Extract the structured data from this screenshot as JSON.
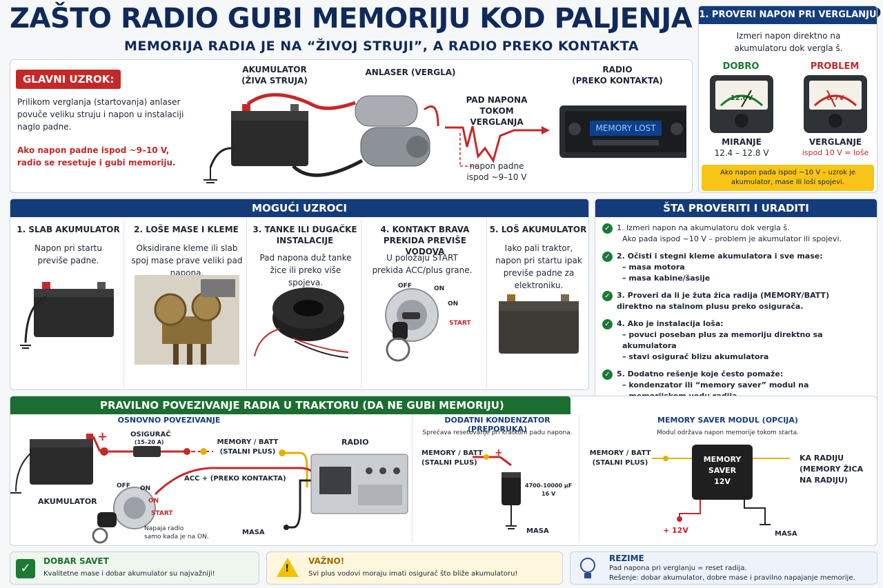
{
  "header": {
    "title": "ZAŠTO RADIO GUBI MEMORIJU KOD PALJENJA TRAKTORA?",
    "subtitle": "MEMORIJA RADIA JE NA “ŽIVOJ STRUJI”, A RADIO PREKO KONTAKTA"
  },
  "main_cause": {
    "tag": "GLAVNI UZROK:",
    "text": "Prilikom verglanja (startovanja) anlaser povuče veliku struju i napon u instalaciji naglo padne.",
    "warning": "Ako napon padne ispod ~9–10 V, radio se resetuje i gubi memoriju.",
    "labels": {
      "battery": "AKUMULATOR\n(ŽIVA STRUJA)",
      "starter": "ANLASER (VERGLA)",
      "drop": "PAD NAPONA\nTOKOM VERGLANJA",
      "radio": "RADIO\n(PREKO KONTAKTA)",
      "drop_note": "napon padne\nispod ~9–10 V",
      "display": "MEMORY LOST"
    }
  },
  "check_voltage": {
    "title": "1. PROVERI NAPON PRI VERGLANJU",
    "desc": "Izmeri napon direktno na akumulatoru dok vergla š.",
    "good": {
      "head": "DOBRO",
      "reading": "12.6V",
      "label": "MIRANJE",
      "value": "12.4 – 12.8 V"
    },
    "bad": {
      "head": "PROBLEM",
      "reading": "8.7V",
      "label": "VERGLANJE",
      "value": "ispod 10 V = loše"
    },
    "note": "Ako napon pada ispod ~10 V – uzrok je akumulator, mase ili loši spojevi."
  },
  "causes": {
    "title": "MOGUĆI UZROCI",
    "items": [
      {
        "title": "1. SLAB AKUMULATOR",
        "text": "Napon pri startu previše padne."
      },
      {
        "title": "2. LOŠE MASE I KLEME",
        "text": "Oksidirane kleme ili slab spoj mase prave veliki pad napona."
      },
      {
        "title": "3. TANKE ILI DUGAČKE INSTALACIJE",
        "text": "Pad napona duž tanke žice ili preko više spojeva."
      },
      {
        "title": "4. KONTAKT BRAVA PREKIDA PREVIŠE VODOVA",
        "text": "U položaju START prekida ACC/plus grane.",
        "off": "OFF",
        "on": "ON",
        "on2": "ON",
        "start": "START"
      },
      {
        "title": "5. LOŠ AKUMULATOR",
        "text": "Iako pali traktor, napon pri startu ipak previše padne za elektroniku."
      }
    ]
  },
  "todo": {
    "title": "ŠTA PROVERITI I URADITI",
    "items": [
      {
        "main": "1. Izmeri napon na akumulatoru dok vergla š.",
        "sub": [
          "Ako pada ispod ~10 V – problem je akumulator ili spojevi."
        ]
      },
      {
        "main": "2. Očisti i stegni kleme akumulatora i sve mase:",
        "sub": [
          "– masa motora",
          "– masa kabine/šasije"
        ]
      },
      {
        "main": "3. Proveri da li je žuta žica radija (MEMORY/BATT)",
        "sub": [
          "direktno na stalnom plusu preko osigurača."
        ]
      },
      {
        "main": "4. Ako je instalacija loša:",
        "sub": [
          "– povuci poseban plus za memoriju direktno sa akumulatora",
          "– stavi osigurač blizu akumulatora"
        ]
      },
      {
        "main": "5. Dodatno rešenje koje često pomaže:",
        "sub": [
          "– kondenzator ili “memory saver” modul na",
          "– memorijskom vodu radija."
        ]
      }
    ]
  },
  "wiring": {
    "title": "PRAVILNO POVEZIVANJE RADIA U TRAKTORU (DA NE GUBI MEMORIJU)",
    "basic": {
      "title": "OSNOVNO POVEZIVANJE",
      "battery": "AKUMULATOR",
      "fuse": "OSIGURAČ",
      "fuse_rating": "(15–20 A)",
      "memory": "MEMORY / BATT\n(STALNI PLUS)",
      "radio": "RADIO",
      "acc": "ACC + (PREKO KONTAKTA)",
      "off": "OFF",
      "on": "ON",
      "on2": "ON",
      "start": "START",
      "note": "Napaja radio\nsamo kada je na ON.",
      "ground": "MASA",
      "plus": "+"
    },
    "capacitor": {
      "title": "DODATNI KONDENZATOR (PREPORUKA)",
      "desc": "Sprečava resetovanje pri kratkom padu napona.",
      "memory": "MEMORY / BATT\n(STALNI PLUS)",
      "value": "4700–10000 µF\n16 V",
      "ground": "MASA",
      "plus": "+"
    },
    "saver": {
      "title": "MEMORY SAVER MODUL (OPCIJA)",
      "desc": "Modul održava napon memorije tokom starta.",
      "memory": "MEMORY / BATT\n(STALNI PLUS)",
      "module": "MEMORY\nSAVER\n12V",
      "to_radio": "KA RADIJU\n(MEMORY ŽICA\nNA RADIJU)",
      "plus12": "+ 12V",
      "ground": "MASA"
    }
  },
  "footer": {
    "tip": {
      "title": "DOBAR SAVET",
      "text": "Kvalitetne mase i dobar akumulator su najvažniji!"
    },
    "important": {
      "title": "VAŽNO!",
      "text": "Svi plus vodovi moraju imati osigurač što bliže akumulatoru!"
    },
    "summary": {
      "title": "REZIME",
      "line1": "Pad napona pri verglanju = reset radija.",
      "line2": "Rešenje: dobar akumulator, dobre mase i pravilno napajanje memorije."
    }
  },
  "colors": {
    "navy": "#143c7a",
    "red": "#c62828",
    "green": "#1b6e2f",
    "yellow": "#f2c200"
  }
}
